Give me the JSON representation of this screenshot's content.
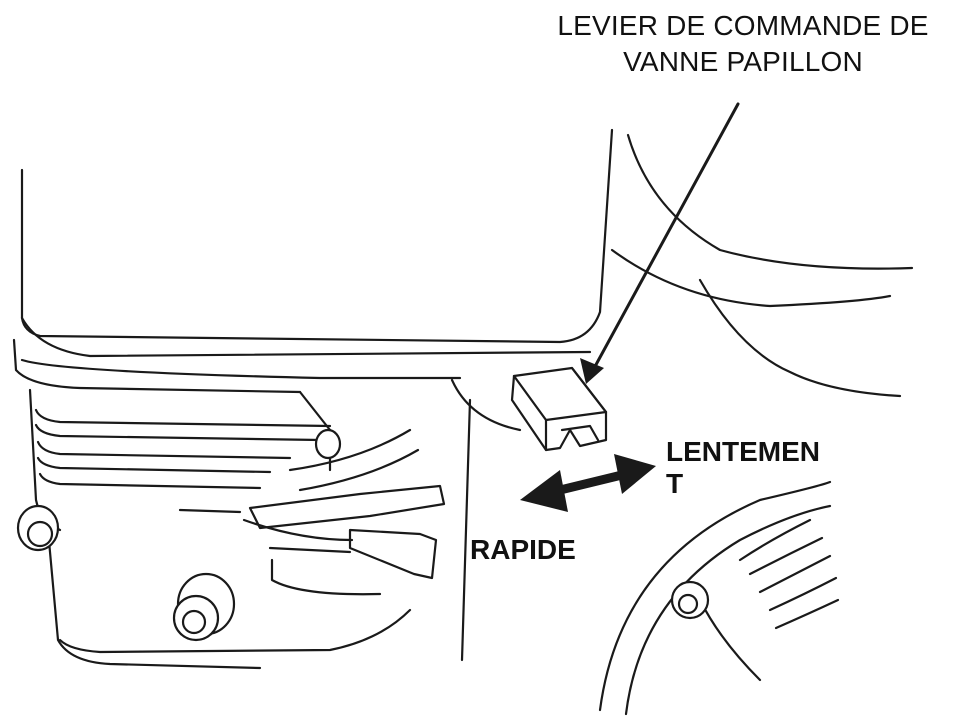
{
  "callout": {
    "line1": "LEVIER DE COMMANDE DE",
    "line2": "VANNE PAPILLON"
  },
  "directions": {
    "slow": "LENTEMENT",
    "fast": "RAPIDE"
  },
  "colors": {
    "ink": "#1a1a1a",
    "background": "#ffffff"
  }
}
